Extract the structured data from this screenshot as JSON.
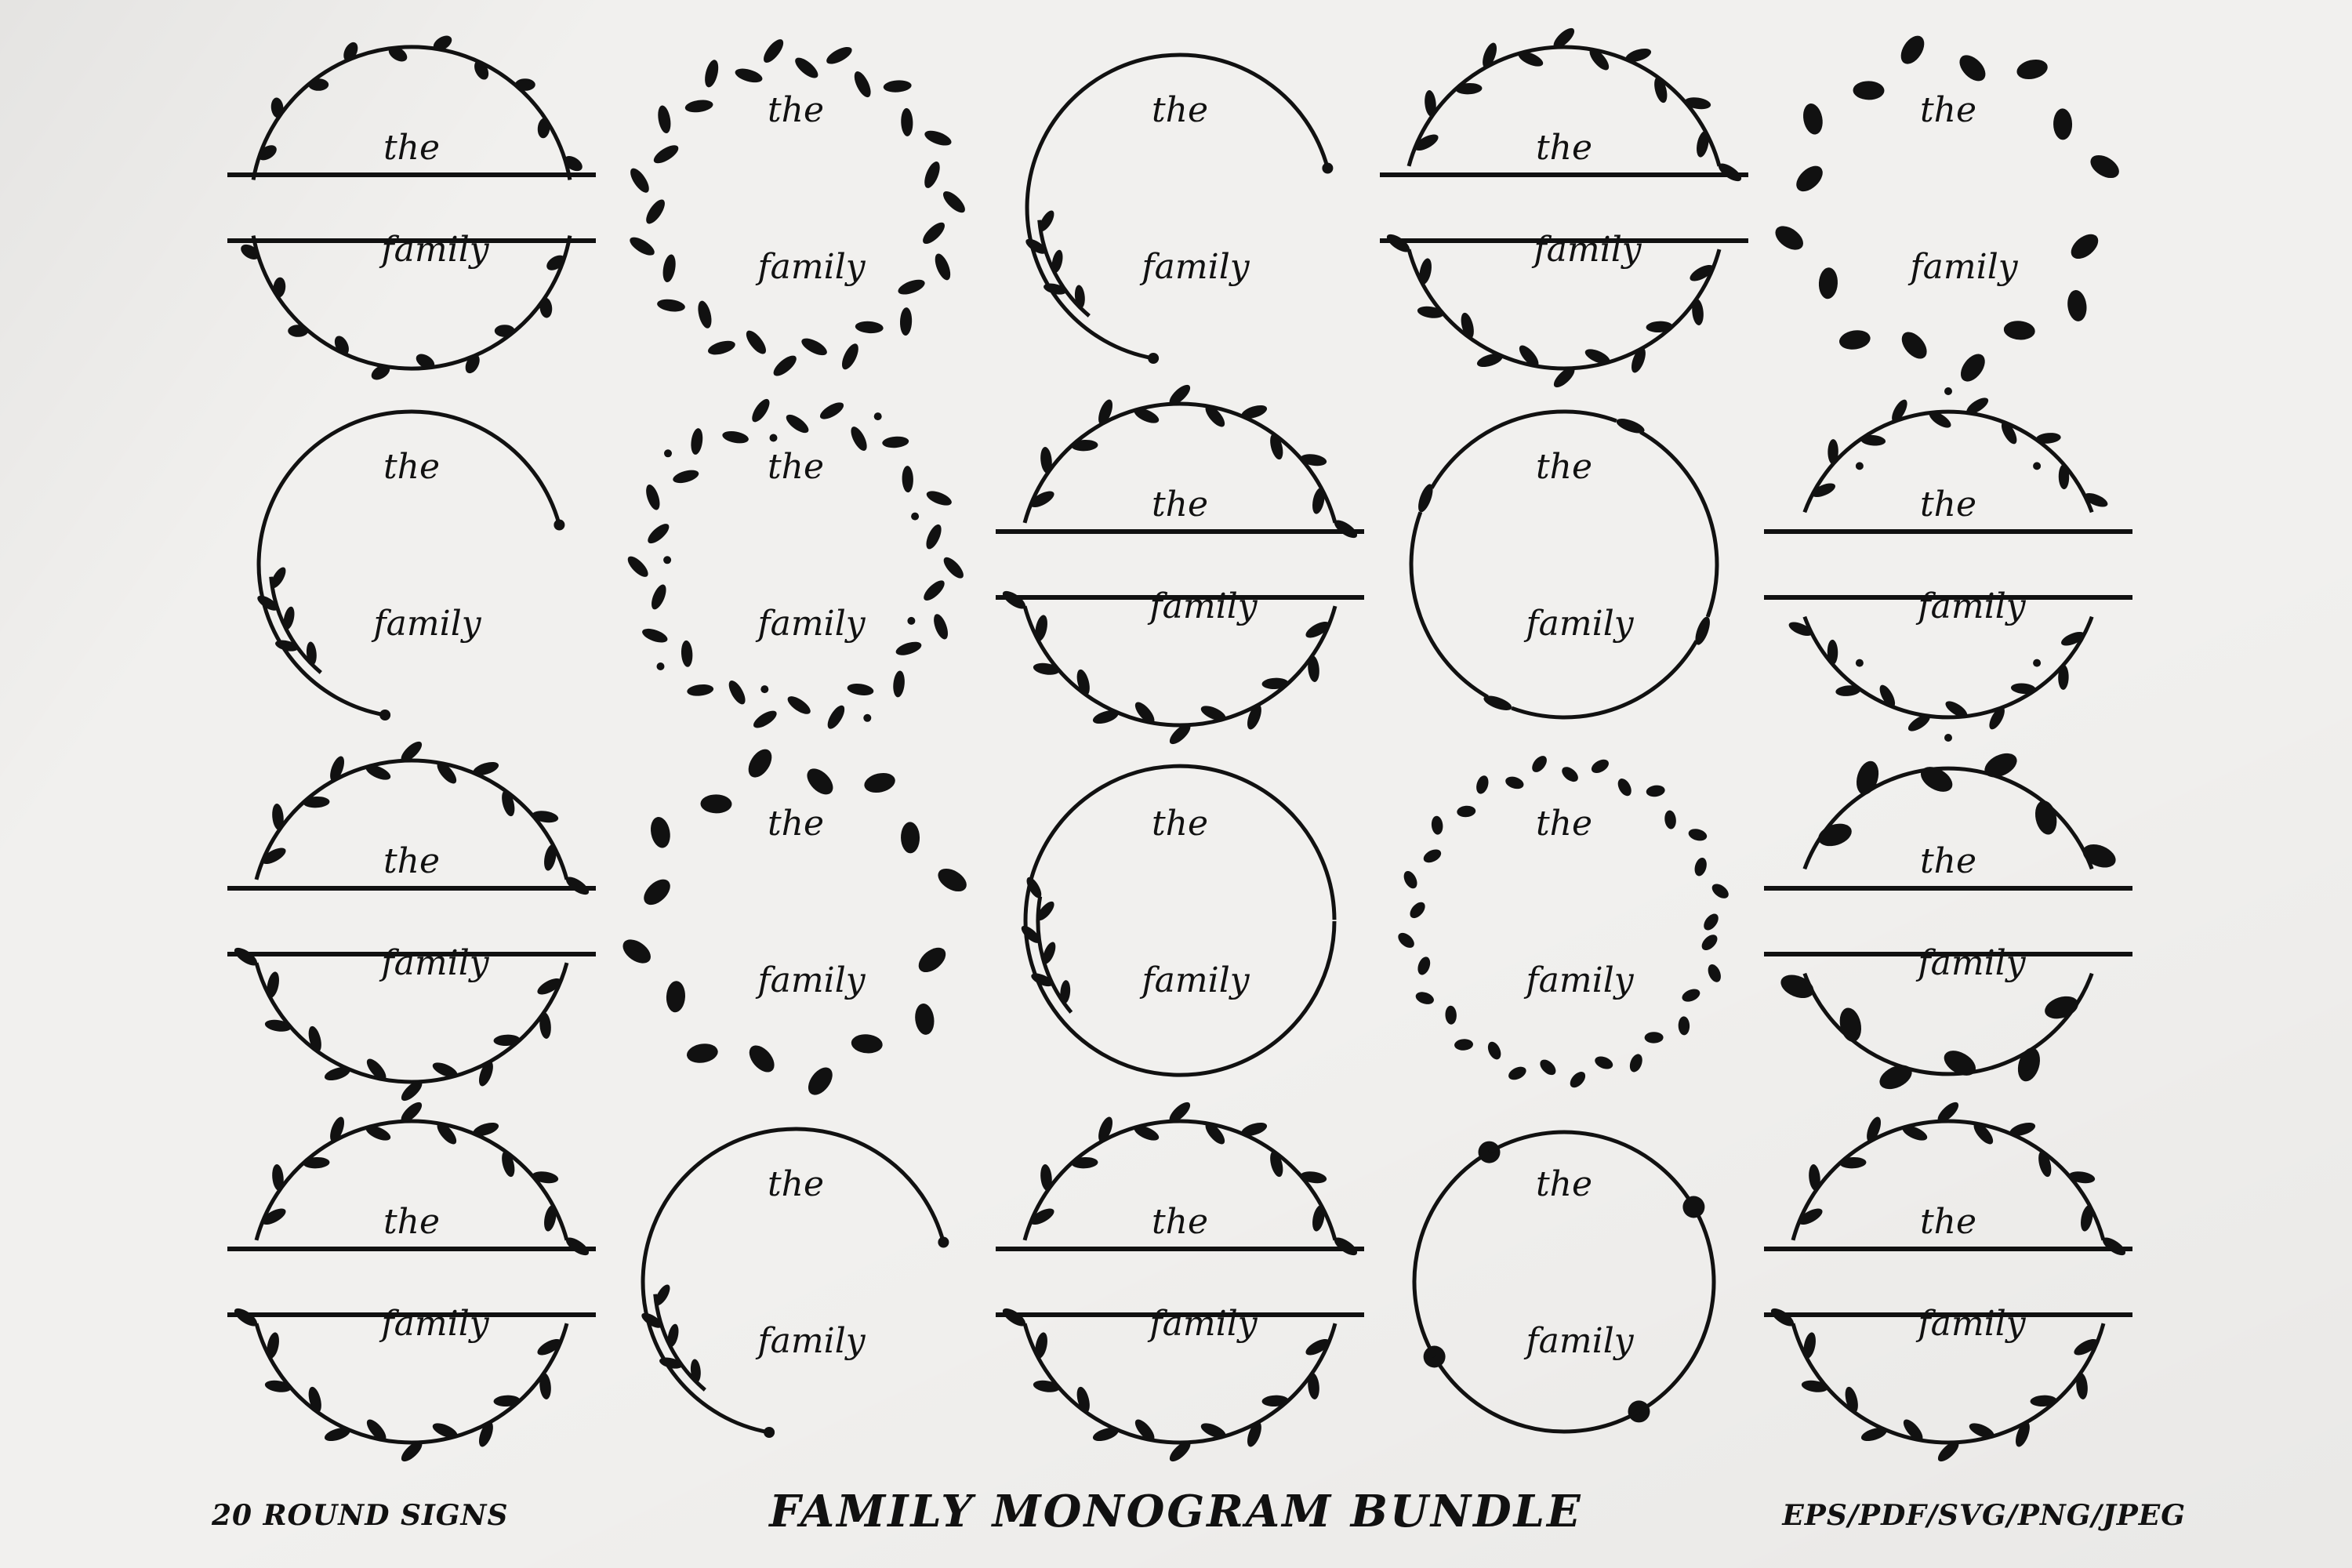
{
  "captions": {
    "left": "20 ROUND SIGNS",
    "center": "FAMILY MONOGRAM BUNDLE",
    "right": "EPS/PDF/SVG/PNG/JPEG"
  },
  "monogram": {
    "word_top": "the",
    "word_bottom": "family"
  },
  "ink_color": "#111111",
  "background_color": "#f1f0ee",
  "wreaths": [
    {
      "row": 1,
      "col": 1,
      "frame": "vine-split"
    },
    {
      "row": 1,
      "col": 2,
      "frame": "leaf-wreath"
    },
    {
      "row": 1,
      "col": 3,
      "frame": "open-circle-sprig"
    },
    {
      "row": 1,
      "col": 4,
      "frame": "leaf-split"
    },
    {
      "row": 1,
      "col": 5,
      "frame": "drop-wreath"
    },
    {
      "row": 2,
      "col": 1,
      "frame": "open-circle-sprig"
    },
    {
      "row": 2,
      "col": 2,
      "frame": "dotted-leaf-wreath"
    },
    {
      "row": 2,
      "col": 3,
      "frame": "leaf-split"
    },
    {
      "row": 2,
      "col": 4,
      "frame": "broken-circle"
    },
    {
      "row": 2,
      "col": 5,
      "frame": "dotted-leaf-split"
    },
    {
      "row": 3,
      "col": 1,
      "frame": "leaf-split"
    },
    {
      "row": 3,
      "col": 2,
      "frame": "drop-wreath"
    },
    {
      "row": 3,
      "col": 3,
      "frame": "circle-sprig"
    },
    {
      "row": 3,
      "col": 4,
      "frame": "vine-wreath"
    },
    {
      "row": 3,
      "col": 5,
      "frame": "drop-split"
    },
    {
      "row": 4,
      "col": 1,
      "frame": "leaf-split"
    },
    {
      "row": 4,
      "col": 2,
      "frame": "open-circle-sprig"
    },
    {
      "row": 4,
      "col": 3,
      "frame": "leaf-split"
    },
    {
      "row": 4,
      "col": 4,
      "frame": "swirl-drops"
    },
    {
      "row": 4,
      "col": 5,
      "frame": "leaf-split"
    }
  ]
}
